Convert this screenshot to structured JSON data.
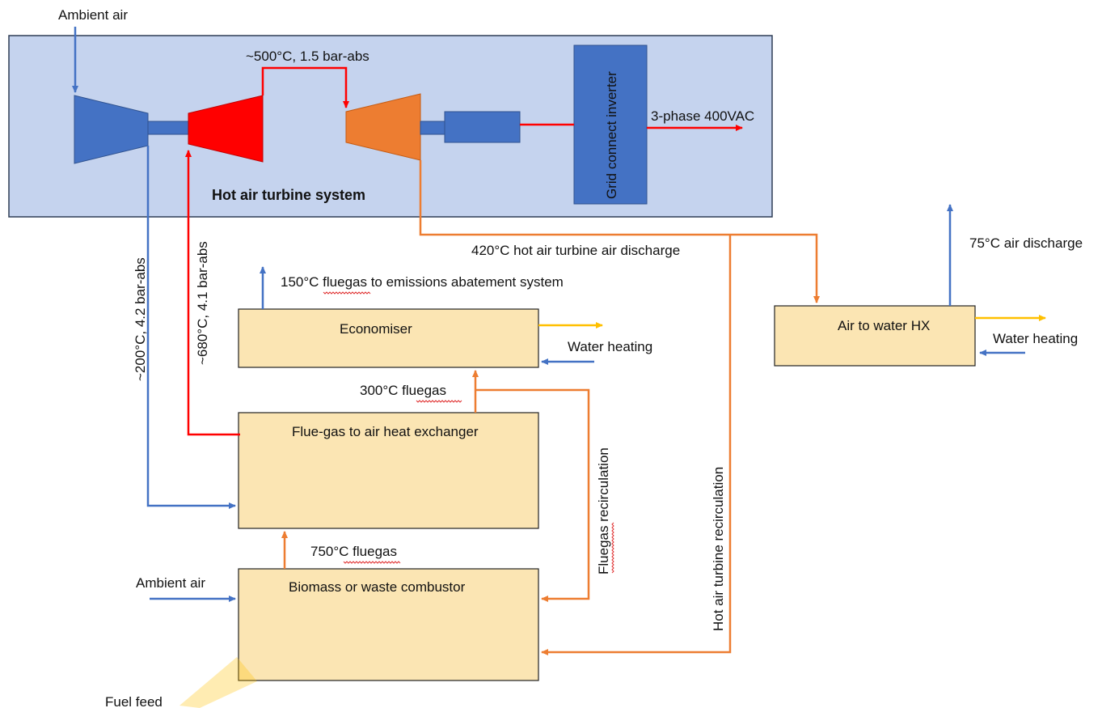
{
  "labels": {
    "ambient_air_top": "Ambient air",
    "turbine_inlet": "~500°C, 1.5 bar-abs",
    "grid_output": "3-phase 400VAC",
    "inverter": "Grid connect inverter",
    "system_title": "Hot air turbine system",
    "compressor_out": "~200°C, 4.2 bar-abs",
    "hx_air_out": "~680°C, 4.1 bar-abs",
    "discharge_420": "420°C hot air turbine air discharge",
    "fluegas_150": "150°C fluegas to emissions abatement system",
    "economiser": "Economiser",
    "water_heating_econ": "Water heating",
    "fluegas_300": "300°C fluegas",
    "hx_flue_air": "Flue-gas to air heat exchanger",
    "fluegas_recirc": "Fluegas recirculation",
    "fluegas_750": "750°C fluegas",
    "ambient_air_bottom": "Ambient air",
    "combustor": "Biomass or waste combustor",
    "fuel_feed": "Fuel feed",
    "hat_recirc": "Hot air turbine recirculation",
    "air_discharge_75": "75°C air discharge",
    "air_water_hx": "Air to water HX",
    "water_heating_hx": "Water heating"
  },
  "colors": {
    "system_fill": "#c5d3ee",
    "blue": "#4472c4",
    "red": "#ff0000",
    "orange": "#ed7d31",
    "yellow": "#ffc000",
    "box_fill": "#fbe5b3"
  }
}
